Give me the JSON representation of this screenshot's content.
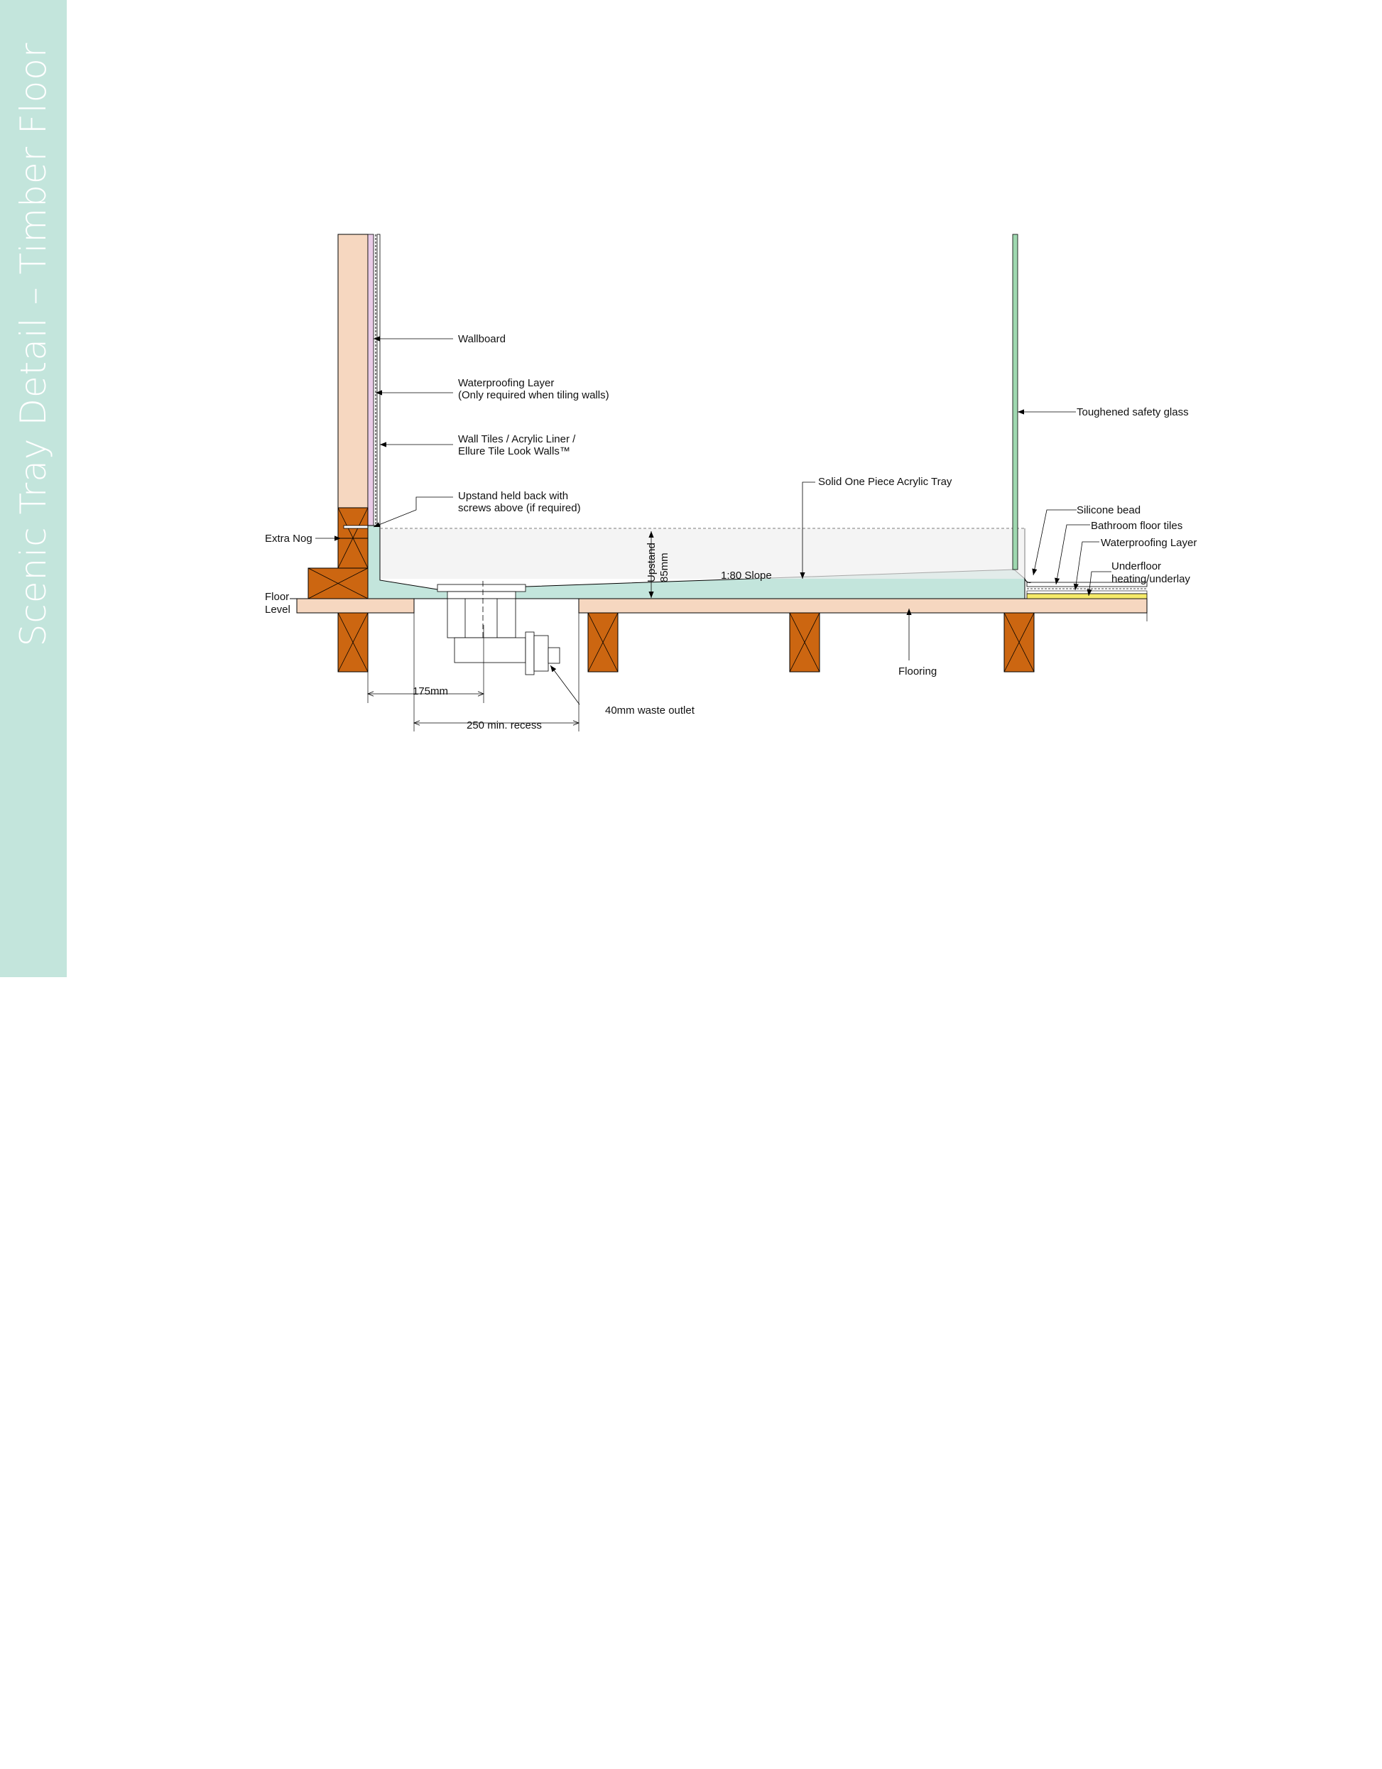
{
  "sidebar": {
    "title": "Scenic Tray Detail – Timber Floor",
    "logo_text": "Scenic"
  },
  "labels": {
    "wallboard": "Wallboard",
    "waterproofing_wall_1": "Waterproofing Layer",
    "waterproofing_wall_2": "(Only required when tiling walls)",
    "wall_tiles_1": "Wall Tiles / Acrylic Liner /",
    "wall_tiles_2": "Ellure Tile Look Walls™",
    "upstand_held_1": "Upstand held back with",
    "upstand_held_2": "screws above (if required)",
    "extra_nog": "Extra Nog",
    "floor_level_1": "Floor",
    "floor_level_2": "Level",
    "toughened_glass": "Toughened safety glass",
    "acrylic_tray": "Solid One Piece Acrylic Tray",
    "silicone_bead": "Silicone bead",
    "bathroom_tiles": "Bathroom floor tiles",
    "waterproofing_floor": "Waterproofing Layer",
    "underfloor_1": "Underfloor",
    "underfloor_2": "heating/underlay",
    "upstand": "Upstand",
    "upstand_dim": "85mm",
    "slope": "1:80 Slope",
    "flooring": "Flooring",
    "waste_outlet": "40mm waste outlet",
    "dim_175": "175mm",
    "dim_250": "250 min. recess"
  },
  "colors": {
    "sidebar": "#c3e5dc",
    "timber_light": "#f6d7c0",
    "timber_joist": "#cc6611",
    "tray": "#c3e5dc",
    "wallboard_pink": "#eacce8",
    "glass": "#9fd8b0",
    "underlay": "#f5ea6a"
  }
}
